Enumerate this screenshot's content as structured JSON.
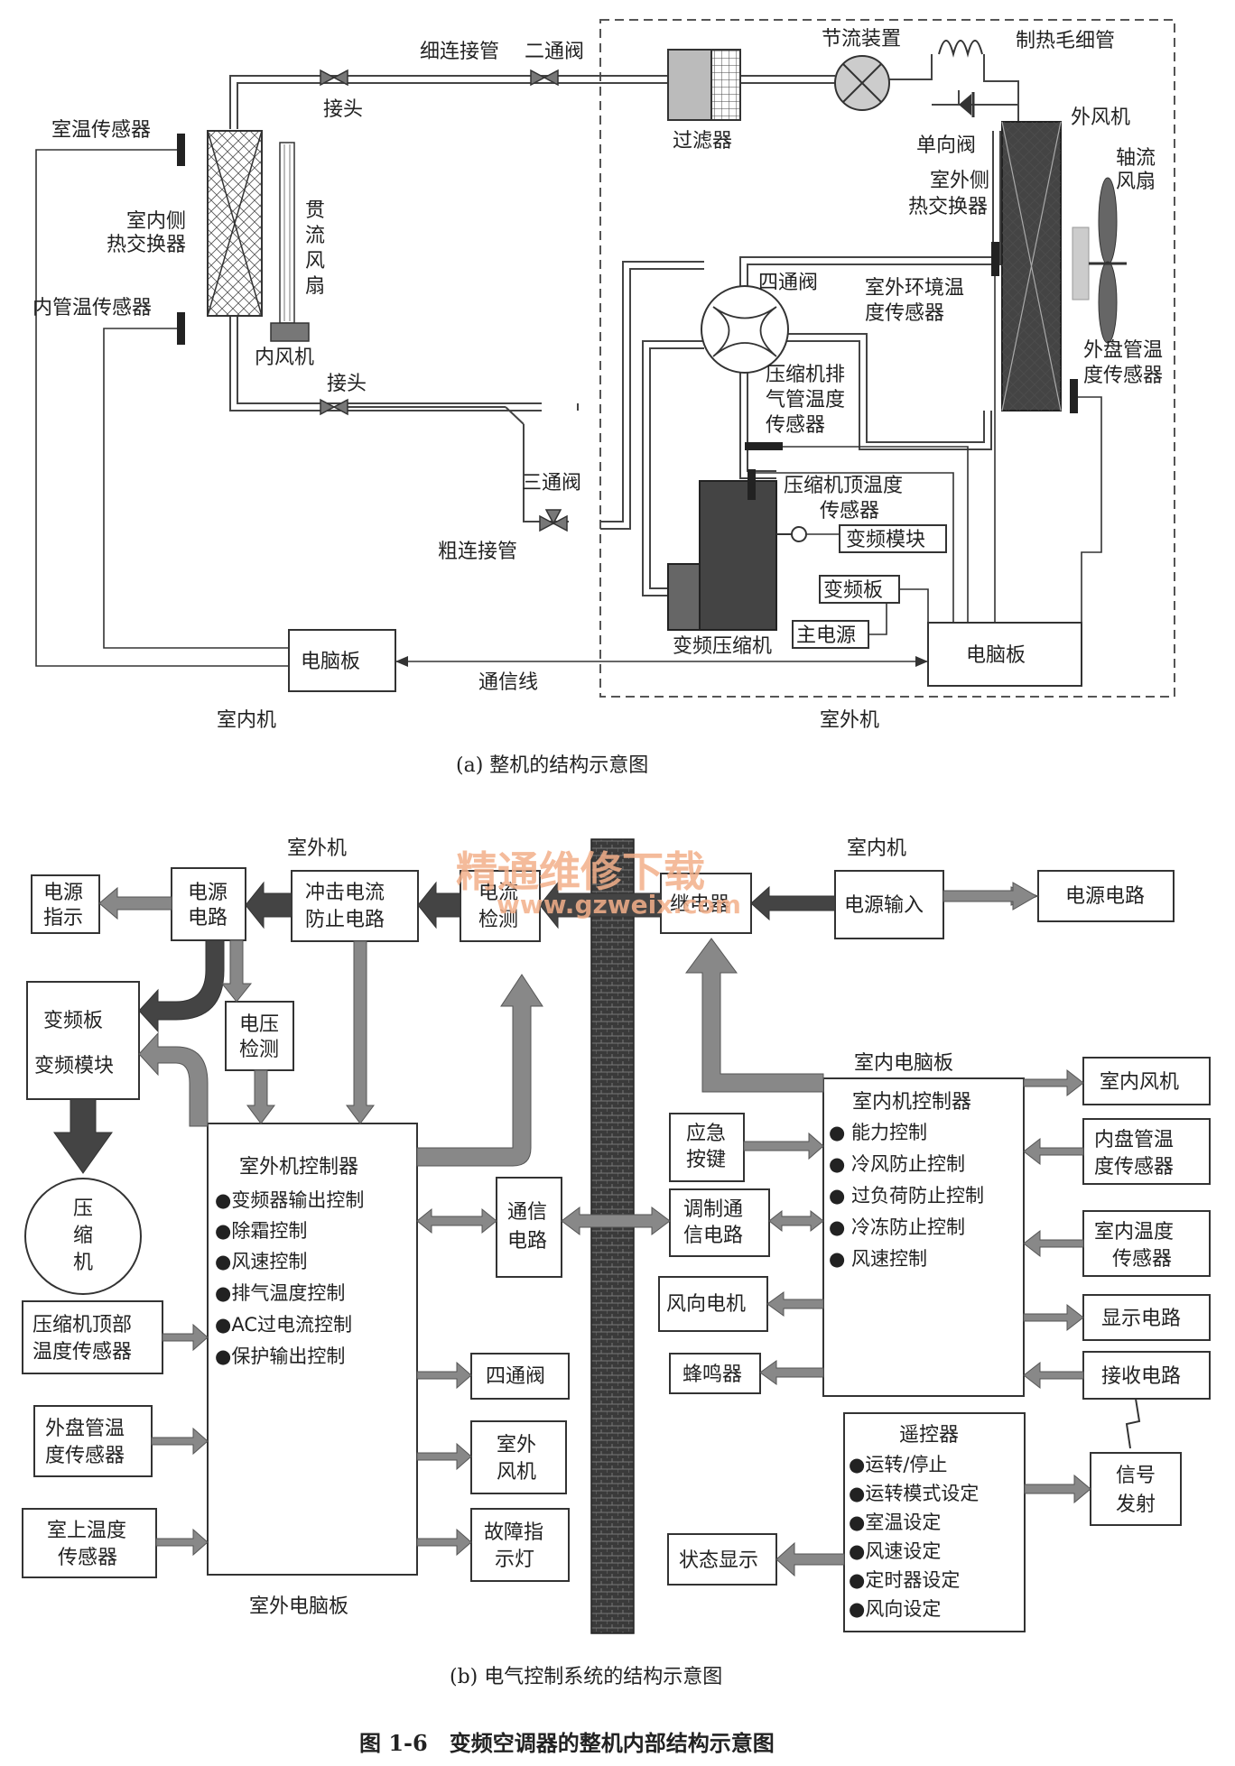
{
  "part_a": {
    "caption": "(a) 整机的结构示意图",
    "labels": {
      "thin_pipe": "细连接管",
      "two_way_valve": "二通阀",
      "joint_top": "接头",
      "filter": "过滤器",
      "throttle": "节流装置",
      "heating_capillary": "制热毛细管",
      "check_valve": "单向阀",
      "outdoor_fan": "外风机",
      "axial_fan_1": "轴流",
      "axial_fan_2": "风扇",
      "room_temp_sensor": "室温传感器",
      "indoor_hx_1": "室内侧",
      "indoor_hx_2": "热交换器",
      "crossflow_1": "贯",
      "crossflow_2": "流",
      "crossflow_3": "风",
      "crossflow_4": "扇",
      "outdoor_hx_1": "室外侧",
      "outdoor_hx_2": "热交换器",
      "inner_pipe_sensor": "内管温传感器",
      "four_way_valve": "四通阀",
      "ambient_sensor_1": "室外环境温",
      "ambient_sensor_2": "度传感器",
      "indoor_fan": "内风机",
      "outer_coil_sensor_1": "外盘管温",
      "outer_coil_sensor_2": "度传感器",
      "joint_bottom": "接头",
      "discharge_sensor_1": "压缩机排",
      "discharge_sensor_2": "气管温度",
      "discharge_sensor_3": "传感器",
      "three_way_valve": "三通阀",
      "top_sensor_1": "压缩机顶温度",
      "top_sensor_2": "传感器",
      "thick_pipe": "粗连接管",
      "inverter_module": "变频模块",
      "inverter_board": "变频板",
      "main_power": "主电源",
      "inverter_compressor": "变频压缩机",
      "indoor_pcb": "电脑板",
      "outdoor_pcb": "电脑板",
      "comm_line": "通信线",
      "indoor_unit": "室内机",
      "outdoor_unit": "室外机"
    }
  },
  "part_b": {
    "caption": "(b) 电气控制系统的结构示意图",
    "outdoor_title": "室外机",
    "indoor_title": "室内机",
    "indoor_pcb_title": "室内电脑板",
    "outdoor_pcb_title": "室外电脑板",
    "boxes": {
      "power_indicator_1": "电源",
      "power_indicator_2": "指示",
      "power_circuit_1": "电源",
      "power_circuit_2": "电路",
      "surge_1": "冲击电流",
      "surge_2": "防止电路",
      "current_detect_1": "电流",
      "current_detect_2": "检测",
      "relay": "继电器",
      "power_input": "电源输入",
      "power_circuit_right": "电源电路",
      "inverter_board": "变频板",
      "inverter_module": "变频模块",
      "voltage_detect_1": "电压",
      "voltage_detect_2": "检测",
      "compressor_1": "压",
      "compressor_2": "缩",
      "compressor_3": "机",
      "comm_circuit_1": "通信",
      "comm_circuit_2": "电路",
      "emergency_1": "应急",
      "emergency_2": "按键",
      "modulation_1": "调制通",
      "modulation_2": "信电路",
      "louver_motor": "风向电机",
      "buzzer": "蜂鸣器",
      "indoor_fan": "室内风机",
      "inner_pipe_sensor_1": "内盘管温",
      "inner_pipe_sensor_2": "度传感器",
      "room_temp_sensor_1": "室内温度",
      "room_temp_sensor_2": "传感器",
      "display_circuit": "显示电路",
      "receive_circuit": "接收电路",
      "signal_tx_1": "信号",
      "signal_tx_2": "发射",
      "status_display": "状态显示",
      "top_temp_sensor_1": "压缩机顶部",
      "top_temp_sensor_2": "温度传感器",
      "outer_coil_sensor_1": "外盘管温",
      "outer_coil_sensor_2": "度传感器",
      "room_sensor_out_1": "室上温度",
      "room_sensor_out_2": "传感器",
      "four_way_valve": "四通阀",
      "outdoor_fan_1": "室外",
      "outdoor_fan_2": "风机",
      "fault_lamp_1": "故障指",
      "fault_lamp_2": "示灯"
    },
    "outdoor_controller": {
      "title": "室外机控制器",
      "items": [
        "●变频器输出控制",
        "●除霜控制",
        "●风速控制",
        "●排气温度控制",
        "●AC过电流控制",
        "●保护输出控制"
      ]
    },
    "indoor_controller": {
      "title": "室内机控制器",
      "items": [
        "● 能力控制",
        "● 冷风防止控制",
        "● 过负荷防止控制",
        "● 冷冻防止控制",
        "● 风速控制"
      ]
    },
    "remote": {
      "title": "遥控器",
      "items": [
        "●运转/停止",
        "●运转模式设定",
        "●室温设定",
        "●风速设定",
        "●定时器设定",
        "●风向设定"
      ]
    },
    "watermark_1": "精通维修下载",
    "watermark_2": "www.gzweix.com"
  },
  "figure_title": "图 1-6　变频空调器的整机内部结构示意图"
}
